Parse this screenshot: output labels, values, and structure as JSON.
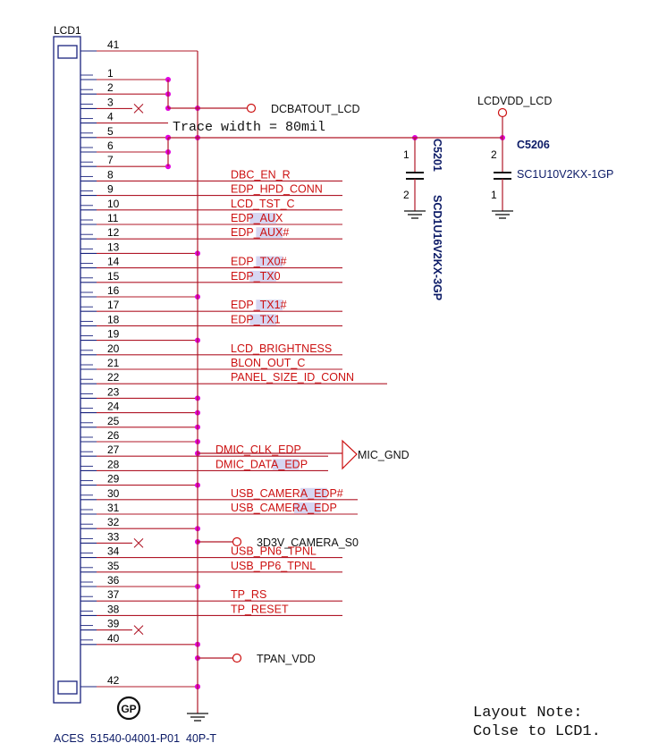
{
  "schematic": {
    "ref": "LCD1",
    "part_number": "ACES_51540-04001-P01_40P-T",
    "gp_mark": "GP",
    "pins": [
      {
        "num": "41",
        "net": "",
        "sig": "gnd"
      },
      {
        "num": "1",
        "net": "",
        "sig": "pwr"
      },
      {
        "num": "2",
        "net": "",
        "sig": "pwr"
      },
      {
        "num": "3",
        "net": "",
        "sig": "nc"
      },
      {
        "num": "4",
        "net": "",
        "sig": "vdd"
      },
      {
        "num": "5",
        "net": "",
        "sig": "vdd"
      },
      {
        "num": "6",
        "net": "",
        "sig": "vdd"
      },
      {
        "num": "7",
        "net": "",
        "sig": "vdd"
      },
      {
        "num": "8",
        "net": "DBC_EN_R",
        "sig": "sig"
      },
      {
        "num": "9",
        "net": "EDP_HPD_CONN",
        "sig": "sig"
      },
      {
        "num": "10",
        "net": "LCD_TST_C",
        "sig": "sig"
      },
      {
        "num": "11",
        "net": "EDP_AUX",
        "sig": "sig"
      },
      {
        "num": "12",
        "net": "EDP_AUX#",
        "sig": "sig"
      },
      {
        "num": "13",
        "net": "",
        "sig": "gnd"
      },
      {
        "num": "14",
        "net": "EDP_TX0#",
        "sig": "sig"
      },
      {
        "num": "15",
        "net": "EDP_TX0",
        "sig": "sig"
      },
      {
        "num": "16",
        "net": "",
        "sig": "gnd"
      },
      {
        "num": "17",
        "net": "EDP_TX1#",
        "sig": "sig"
      },
      {
        "num": "18",
        "net": "EDP_TX1",
        "sig": "sig"
      },
      {
        "num": "19",
        "net": "",
        "sig": "gnd"
      },
      {
        "num": "20",
        "net": "LCD_BRIGHTNESS",
        "sig": "sig"
      },
      {
        "num": "21",
        "net": "BLON_OUT_C",
        "sig": "sig"
      },
      {
        "num": "22",
        "net": "PANEL_SIZE_ID_CONN",
        "sig": "sig"
      },
      {
        "num": "23",
        "net": "",
        "sig": "gnd"
      },
      {
        "num": "24",
        "net": "",
        "sig": "gnd"
      },
      {
        "num": "25",
        "net": "",
        "sig": "gnd"
      },
      {
        "num": "26",
        "net": "",
        "sig": "mic"
      },
      {
        "num": "27",
        "net": "DMIC_CLK_EDP",
        "sig": "sig"
      },
      {
        "num": "28",
        "net": "DMIC_DATA_EDP",
        "sig": "sig"
      },
      {
        "num": "29",
        "net": "",
        "sig": "gnd"
      },
      {
        "num": "30",
        "net": "USB_CAMERA_EDP#",
        "sig": "sig"
      },
      {
        "num": "31",
        "net": "USB_CAMERA_EDP",
        "sig": "sig"
      },
      {
        "num": "32",
        "net": "",
        "sig": "cam"
      },
      {
        "num": "33",
        "net": "",
        "sig": "nc"
      },
      {
        "num": "34",
        "net": "USB_PN6_TPNL",
        "sig": "sig"
      },
      {
        "num": "35",
        "net": "USB_PP6_TPNL",
        "sig": "sig"
      },
      {
        "num": "36",
        "net": "",
        "sig": "gnd"
      },
      {
        "num": "37",
        "net": "TP_RS",
        "sig": "sig"
      },
      {
        "num": "38",
        "net": "TP_RESET",
        "sig": "sig"
      },
      {
        "num": "39",
        "net": "",
        "sig": "nc"
      },
      {
        "num": "40",
        "net": "",
        "sig": "tpan"
      },
      {
        "num": "42",
        "net": "",
        "sig": "gnd"
      }
    ],
    "power_labels": {
      "dcbatout": "DCBATOUT_LCD",
      "lcdvdd": "LCDVDD_LCD",
      "mic_gnd": "MIC_GND",
      "camera": "3D3V_CAMERA_S0",
      "tpan": "TPAN_VDD"
    },
    "trace_note": "Trace width = 80mil",
    "capacitors": [
      {
        "ref": "C5201",
        "value": "SCD1U16V2KX-3GP",
        "pin_top": "1",
        "pin_bottom": "2"
      },
      {
        "ref": "C5206",
        "value": "SC1U10V2KX-1GP",
        "pin_top": "2",
        "pin_bottom": "1"
      }
    ],
    "layout_note": {
      "line1": "Layout Note:",
      "line2": "Colse to LCD1."
    },
    "colors": {
      "wire": "#b01828",
      "junction": "#e000e0",
      "net_text": "#cc1111",
      "highlight": "#d6d6f2",
      "part_text": "#0b1a66"
    }
  }
}
